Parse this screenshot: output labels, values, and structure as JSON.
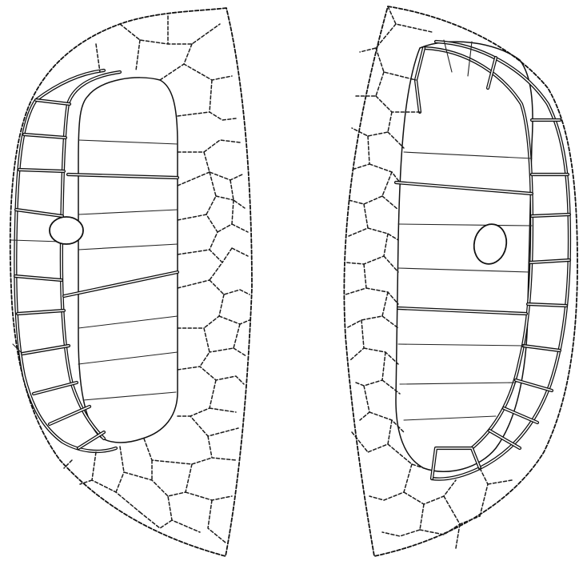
{
  "figure": {
    "panels": [
      {
        "id": "left",
        "nucleus_icon": "oval-outline"
      },
      {
        "id": "right",
        "nucleus_icon": "oval-outline"
      }
    ],
    "colors": {
      "ink": "#111111",
      "background": "#ffffff"
    }
  }
}
